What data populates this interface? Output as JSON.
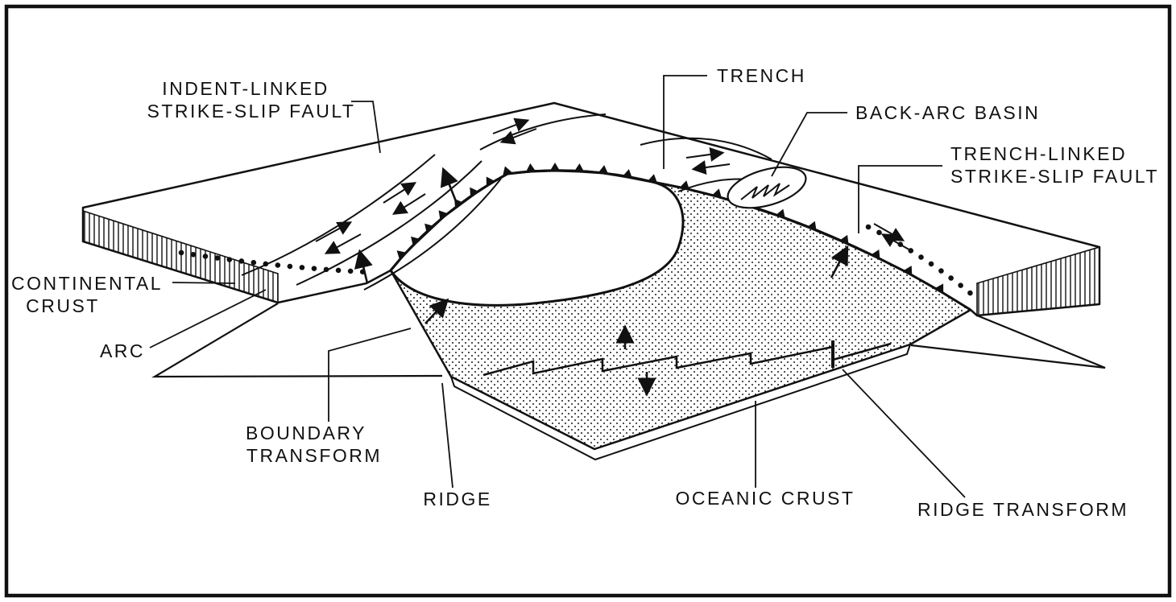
{
  "figure": {
    "colors": {
      "ink": "#111111",
      "paper": "#ffffff"
    }
  },
  "labels": {
    "indent_linked_line1": "INDENT-LINKED",
    "indent_linked_line2": "STRIKE-SLIP FAULT",
    "trench": "TRENCH",
    "back_arc_basin": "BACK-ARC BASIN",
    "trench_linked_line1": "TRENCH-LINKED",
    "trench_linked_line2": "STRIKE-SLIP FAULT",
    "continental_crust_line1": "CONTINENTAL",
    "continental_crust_line2": "CRUST",
    "arc": "ARC",
    "boundary_transform_line1": "BOUNDARY",
    "boundary_transform_line2": "TRANSFORM",
    "ridge": "RIDGE",
    "oceanic_crust": "OCEANIC CRUST",
    "ridge_transform": "RIDGE TRANSFORM"
  }
}
